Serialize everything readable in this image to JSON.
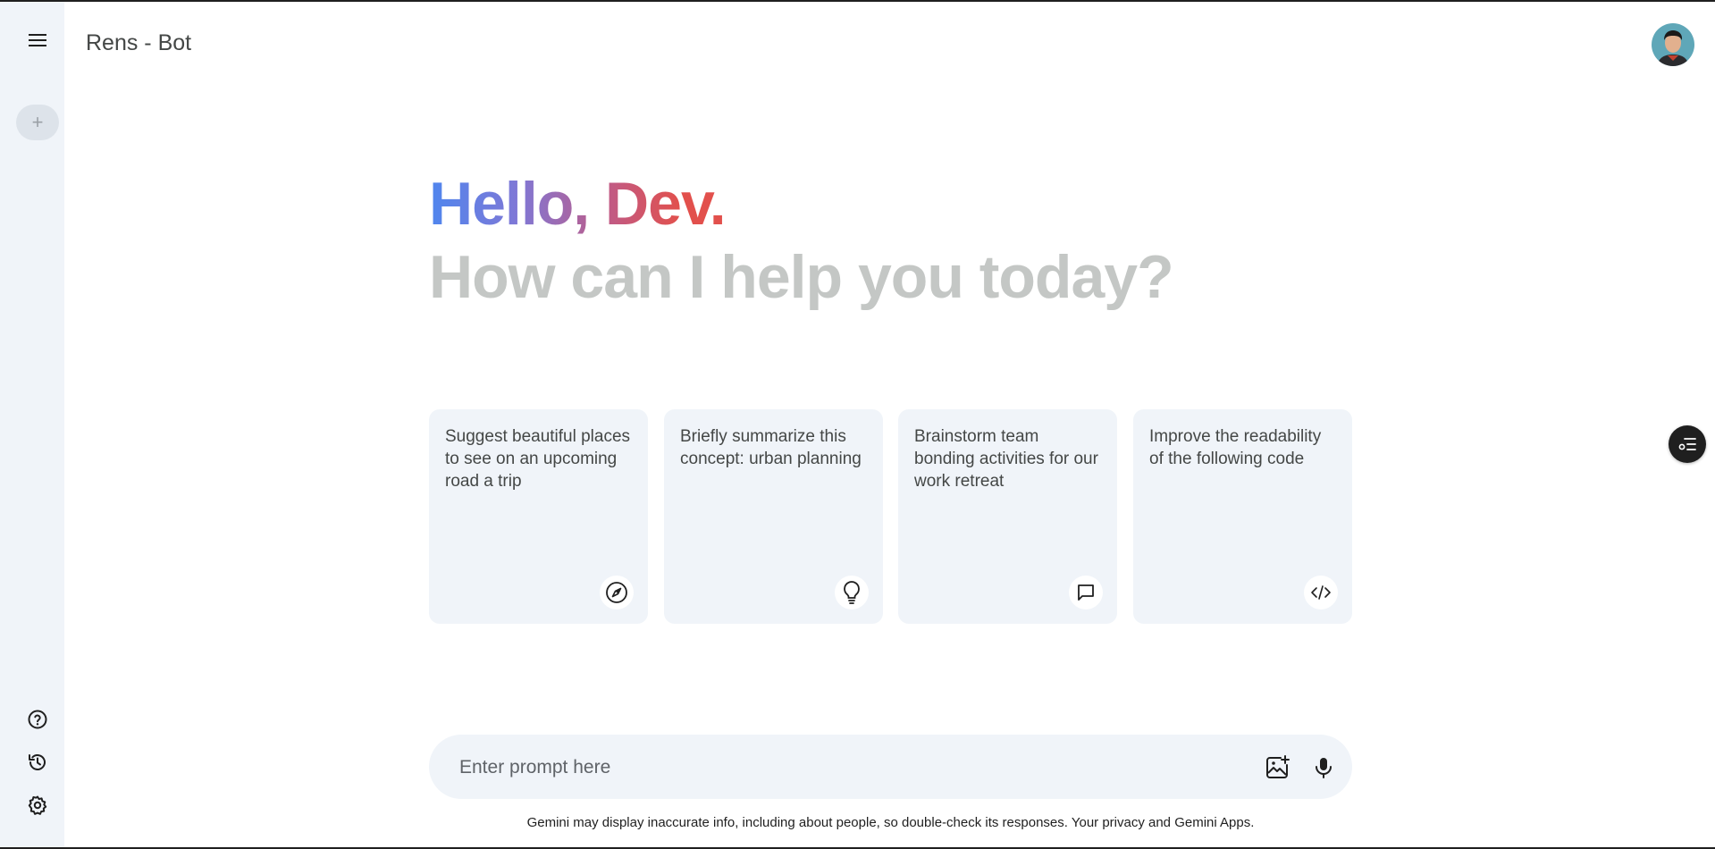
{
  "header": {
    "app_title": "Rens - Bot",
    "avatar": "user-avatar"
  },
  "sidebar": {
    "menu_icon": "hamburger-menu-icon",
    "new_chat_icon": "plus-icon",
    "new_chat_symbol": "+",
    "bottom_items": [
      {
        "name": "help",
        "icon": "help-circle-icon"
      },
      {
        "name": "activity",
        "icon": "history-icon"
      },
      {
        "name": "settings",
        "icon": "gear-icon"
      }
    ]
  },
  "greeting": {
    "hello": "Hello, Dev.",
    "subtitle": "How can I help you today?"
  },
  "cards": [
    {
      "text": "Suggest beautiful places to see on an upcoming road a trip",
      "icon": "compass-icon"
    },
    {
      "text": "Briefly summarize this concept: urban planning",
      "icon": "lightbulb-icon"
    },
    {
      "text": "Brainstorm team bonding activities for our work retreat",
      "icon": "chat-bubble-icon"
    },
    {
      "text": "Improve the readability of the following code",
      "icon": "code-icon"
    }
  ],
  "prompt": {
    "placeholder": "Enter prompt here",
    "image_icon": "add-image-icon",
    "mic_icon": "microphone-icon"
  },
  "floating_button": {
    "icon": "list-settings-icon"
  },
  "footer": {
    "disclaimer": "Gemini may display inaccurate info, including about people, so double-check its responses.",
    "privacy_link": "Your privacy and Gemini Apps."
  },
  "colors": {
    "sidebar_bg": "#f0f4f9",
    "card_bg": "#f0f4f9",
    "gradient_start": "#4f86ee",
    "gradient_end": "#e2504c",
    "subtitle": "#c4c7c5"
  }
}
